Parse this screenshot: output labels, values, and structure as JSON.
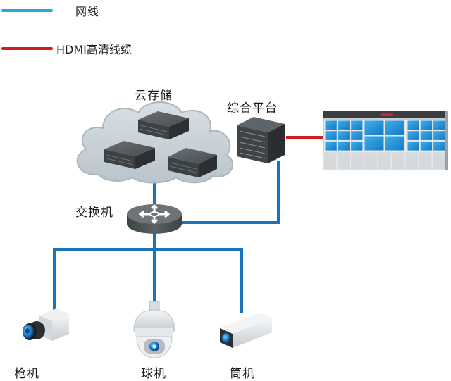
{
  "legend": [
    {
      "label": "网线",
      "color": "#2aa7d8"
    },
    {
      "label": "HDMI高清线缆",
      "color": "#d41c1c"
    }
  ],
  "nodes": {
    "cloud_storage": {
      "label": "云存储",
      "icon": "cloud-storage-icon"
    },
    "platform": {
      "label": "综合平台",
      "icon": "server-rack-icon"
    },
    "video_wall": {
      "icon": "video-wall-icon"
    },
    "switch": {
      "label": "交换机",
      "icon": "switch-icon"
    },
    "bullet_camera": {
      "label": "枪机",
      "icon": "box-camera-icon"
    },
    "dome_camera": {
      "label": "球机",
      "icon": "speed-dome-icon"
    },
    "tube_camera": {
      "label": "筒机",
      "icon": "tube-camera-icon"
    }
  },
  "colors": {
    "network_line": "#1a73b8",
    "hdmi_line": "#d41c1c",
    "cloud": "#c9d2d8",
    "device_dark": "#4a4f52",
    "screen_blue": "#1a8fd6"
  }
}
